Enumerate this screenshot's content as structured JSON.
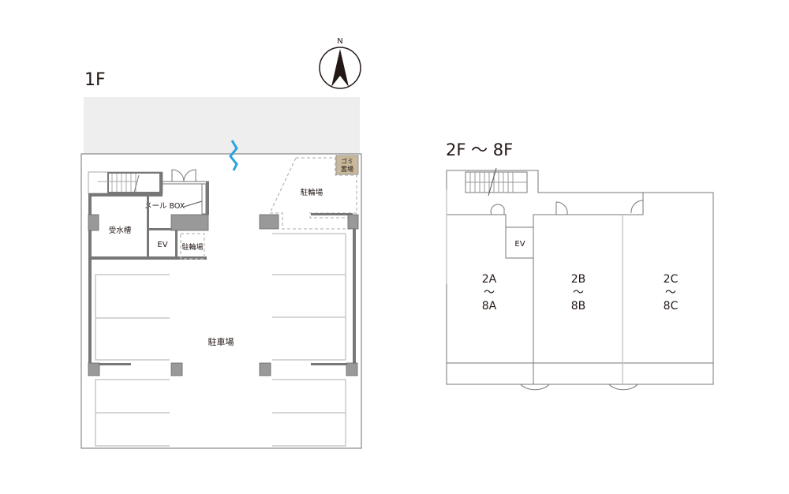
{
  "floor1": {
    "title": "1F",
    "compass_label": "N",
    "labels": {
      "mailbox": "メール BOX",
      "water_tank": "受水槽",
      "ev": "EV",
      "bicycle_small": "駐輪場",
      "bicycle_large": "駐輪場",
      "parking": "駐車場",
      "garbage_line1": "ゴミ",
      "garbage_line2": "置場"
    },
    "colors": {
      "road": "#efeeee",
      "garbage": "#c9b99a",
      "entrance_arrow": "#29a3df"
    }
  },
  "floor2_8": {
    "title": "2F 〜 8F",
    "ev": "EV",
    "units": [
      {
        "top": "2A",
        "sep": "〜",
        "bottom": "8A"
      },
      {
        "top": "2B",
        "sep": "〜",
        "bottom": "8B"
      },
      {
        "top": "2C",
        "sep": "〜",
        "bottom": "8C"
      }
    ]
  }
}
